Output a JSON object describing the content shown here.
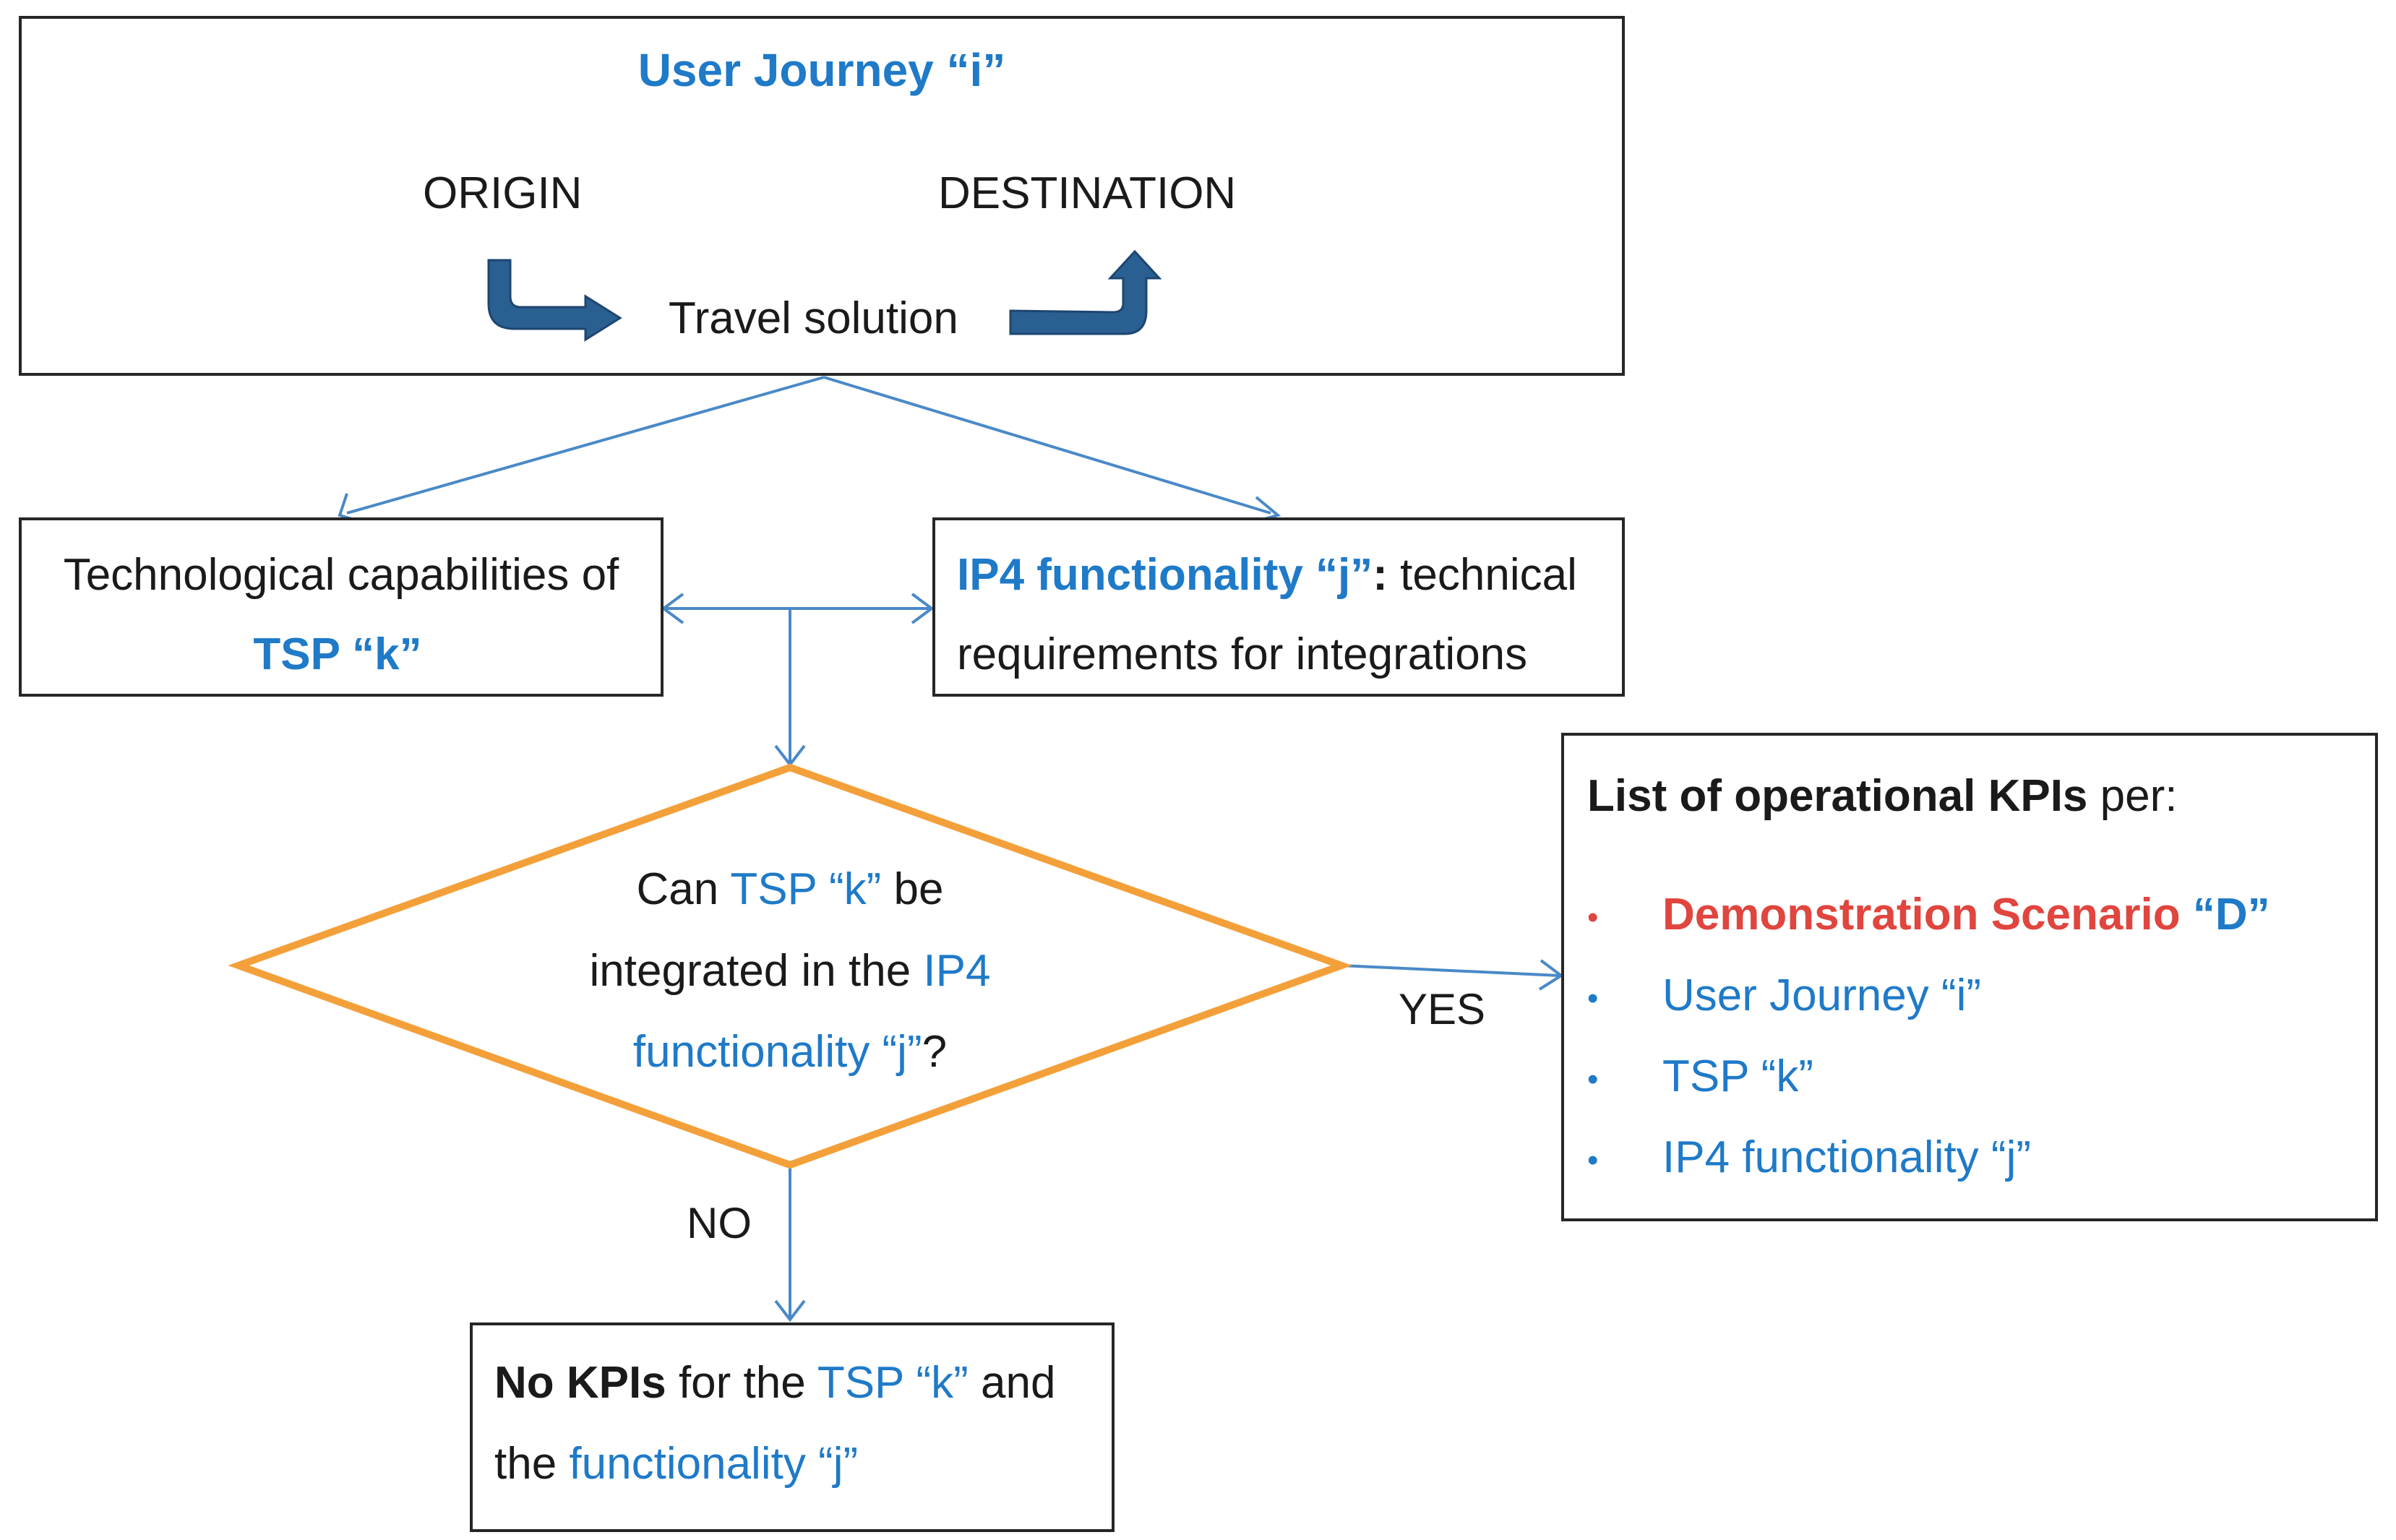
{
  "journey": {
    "title": "User Journey “i”",
    "origin": "ORIGIN",
    "destination": "DESTINATION",
    "travel_solution": "Travel solution"
  },
  "tsp_box": {
    "line1": "Technological capabilities of",
    "line2": "TSP “k”"
  },
  "ip4_box": {
    "line1_bold": "IP4 functionality “j”",
    "line1_colon": ":",
    "line1_rest": " technical",
    "line2": "requirements for integrations"
  },
  "decision": {
    "can": "Can ",
    "tsp": "TSP “k”",
    "be": " be",
    "line2_a": "integrated in the ",
    "line2_b": "IP4",
    "line3_a": "functionality “j”",
    "line3_b": "?"
  },
  "labels": {
    "yes": "YES",
    "no": "NO"
  },
  "kpi_box": {
    "title_bold": "List of operational KPIs",
    "title_rest": " per:",
    "items": [
      {
        "text": "Demonstration Scenario ",
        "suffix": "“D”"
      },
      {
        "text": "User Journey  “i”"
      },
      {
        "text": "TSP “k”"
      },
      {
        "text": "IP4 functionality “j”"
      }
    ],
    "bullet": "•"
  },
  "no_box": {
    "bold": "No KPIs",
    "a": " for the ",
    "tsp": "TSP “k”",
    "b": " and",
    "c": "the ",
    "func": "functionality “j”"
  },
  "colors": {
    "blue": "#1f7ac8",
    "arrow": "#4a89c8",
    "diamond_border": "#f3a03a",
    "red": "#e0453e",
    "curved_arrow": "#2a5f92"
  }
}
